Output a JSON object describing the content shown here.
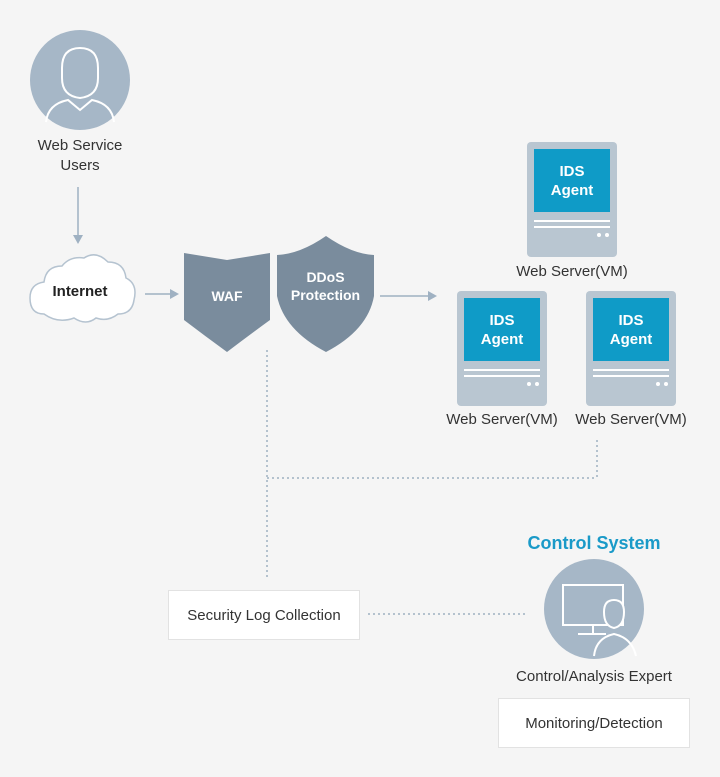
{
  "nodes": {
    "users_label_line1": "Web Service",
    "users_label_line2": "Users",
    "internet_label": "Internet",
    "waf_label": "WAF",
    "ddos_label_line1": "DDoS",
    "ddos_label_line2": "Protection",
    "server_top": {
      "screen_line1": "IDS",
      "screen_line2": "Agent",
      "caption": "Web Server(VM)"
    },
    "server_left": {
      "screen_line1": "IDS",
      "screen_line2": "Agent",
      "caption": "Web Server(VM)"
    },
    "server_right": {
      "screen_line1": "IDS",
      "screen_line2": "Agent",
      "caption": "Web Server(VM)"
    },
    "security_log": "Security Log Collection",
    "control_system_title": "Control System",
    "expert_label": "Control/Analysis Expert",
    "monitoring": "Monitoring/Detection"
  },
  "colors": {
    "accent": "#1a9ac8",
    "shield": "#7a8c9d",
    "server_body": "#b9c6d1",
    "screen": "#0f9bc7",
    "connector": "#9fb1c2"
  },
  "icons": [
    "user-icon",
    "cloud-icon",
    "shield-icon",
    "server-icon",
    "monitor-expert-icon"
  ]
}
